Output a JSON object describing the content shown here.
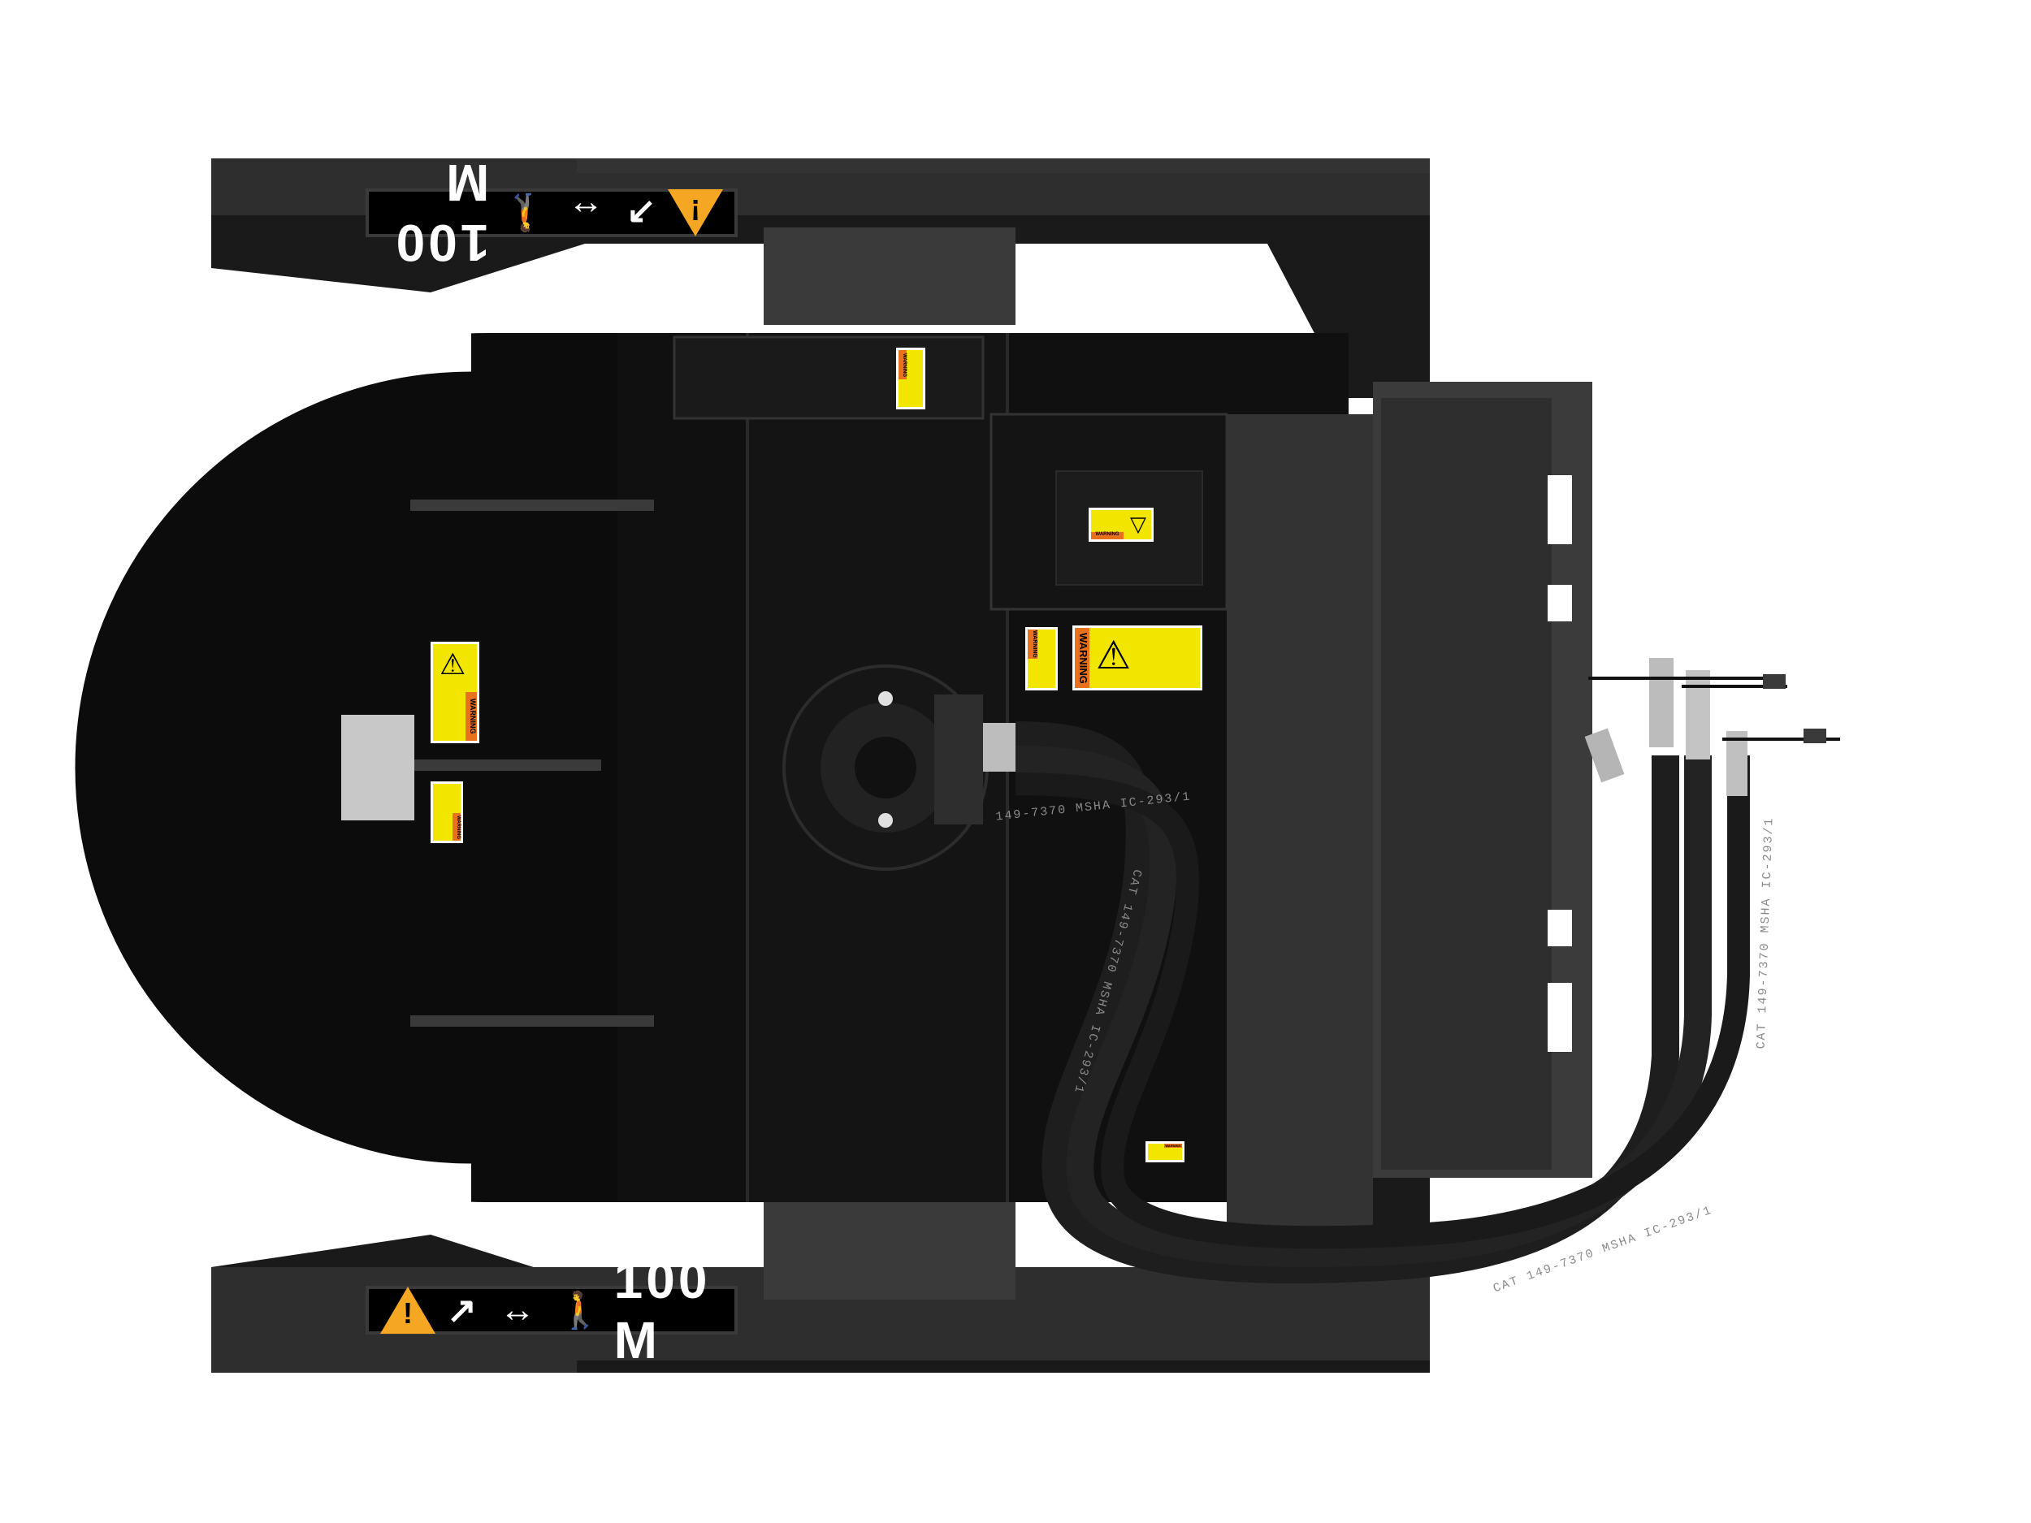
{
  "image": {
    "subject": "Top view of skid steer brush cutter attachment with hydraulic hoses",
    "background_color": "#ffffff",
    "body_color": "#111111",
    "frame_color": "#2e2e2e",
    "panel_color": "#3a3a3a",
    "label_yellow": "#f2e600",
    "label_orange": "#e8711d",
    "decal_orange": "#f5a623"
  },
  "decals": {
    "top": {
      "text": "100 M",
      "orientation": "upside-down",
      "symbols": [
        "warning-triangle",
        "thrown-object-arrow",
        "double-arrow",
        "person"
      ]
    },
    "bottom": {
      "text": "100 M",
      "orientation": "upright",
      "symbols": [
        "warning-triangle",
        "thrown-object-arrow",
        "double-arrow",
        "person"
      ]
    }
  },
  "safety_labels": [
    {
      "id": "warning-large",
      "signal_word": "WARNING"
    },
    {
      "id": "warning-small",
      "signal_word": "WARNING"
    },
    {
      "id": "left-warning-1",
      "signal_word": "WARNING"
    },
    {
      "id": "left-warning-2",
      "signal_word": "WARNING"
    },
    {
      "id": "top-manual-label",
      "signal_word": "WARNING"
    },
    {
      "id": "manual-info-label",
      "signal_word": "WARNING"
    },
    {
      "id": "bottom-label",
      "signal_word": "WARNING"
    }
  ],
  "hose_markings": {
    "text": "CAT 149-7370 MSHA IC-293/1",
    "short_text": "149-7370 MSHA IC-293/1"
  }
}
